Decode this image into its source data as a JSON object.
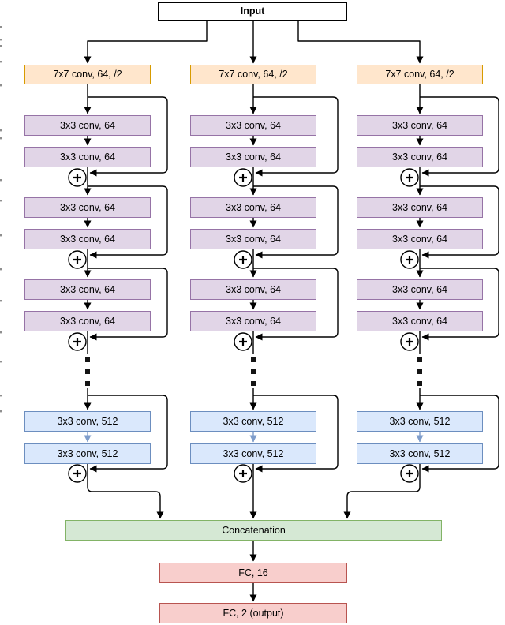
{
  "labels": {
    "input": "Input",
    "conv7": "7x7 conv, 64, /2",
    "conv64": "3x3 conv, 64",
    "conv512": "3x3 conv, 512",
    "concat": "Concatenation",
    "fc1": "FC, 16",
    "fc2": "FC, 2 (output)",
    "plus": "+",
    "ellipsis": "⋮"
  },
  "palette": {
    "background": "#ffffff",
    "line": "#000000",
    "blue_arrow": "#7f9dcb",
    "dot": "#141414",
    "edge_artifact": "#8f8f8f",
    "box_styles": {
      "input": {
        "fill": "#ffffff",
        "stroke": "#000000"
      },
      "conv7": {
        "fill": "#ffe6cc",
        "stroke": "#d79b00"
      },
      "conv64": {
        "fill": "#e1d5e7",
        "stroke": "#9673a6"
      },
      "conv512": {
        "fill": "#dae8fc",
        "stroke": "#6c8ebf"
      },
      "concat": {
        "fill": "#d5e8d4",
        "stroke": "#82b366"
      },
      "fc": {
        "fill": "#f8cecc",
        "stroke": "#b85450"
      }
    }
  },
  "page_artifacts": {
    "left_edge_marks_y": [
      33,
      49,
      57,
      77,
      107,
      164,
      174,
      227,
      253,
      297,
      340,
      380,
      420,
      457,
      500,
      520
    ]
  }
}
